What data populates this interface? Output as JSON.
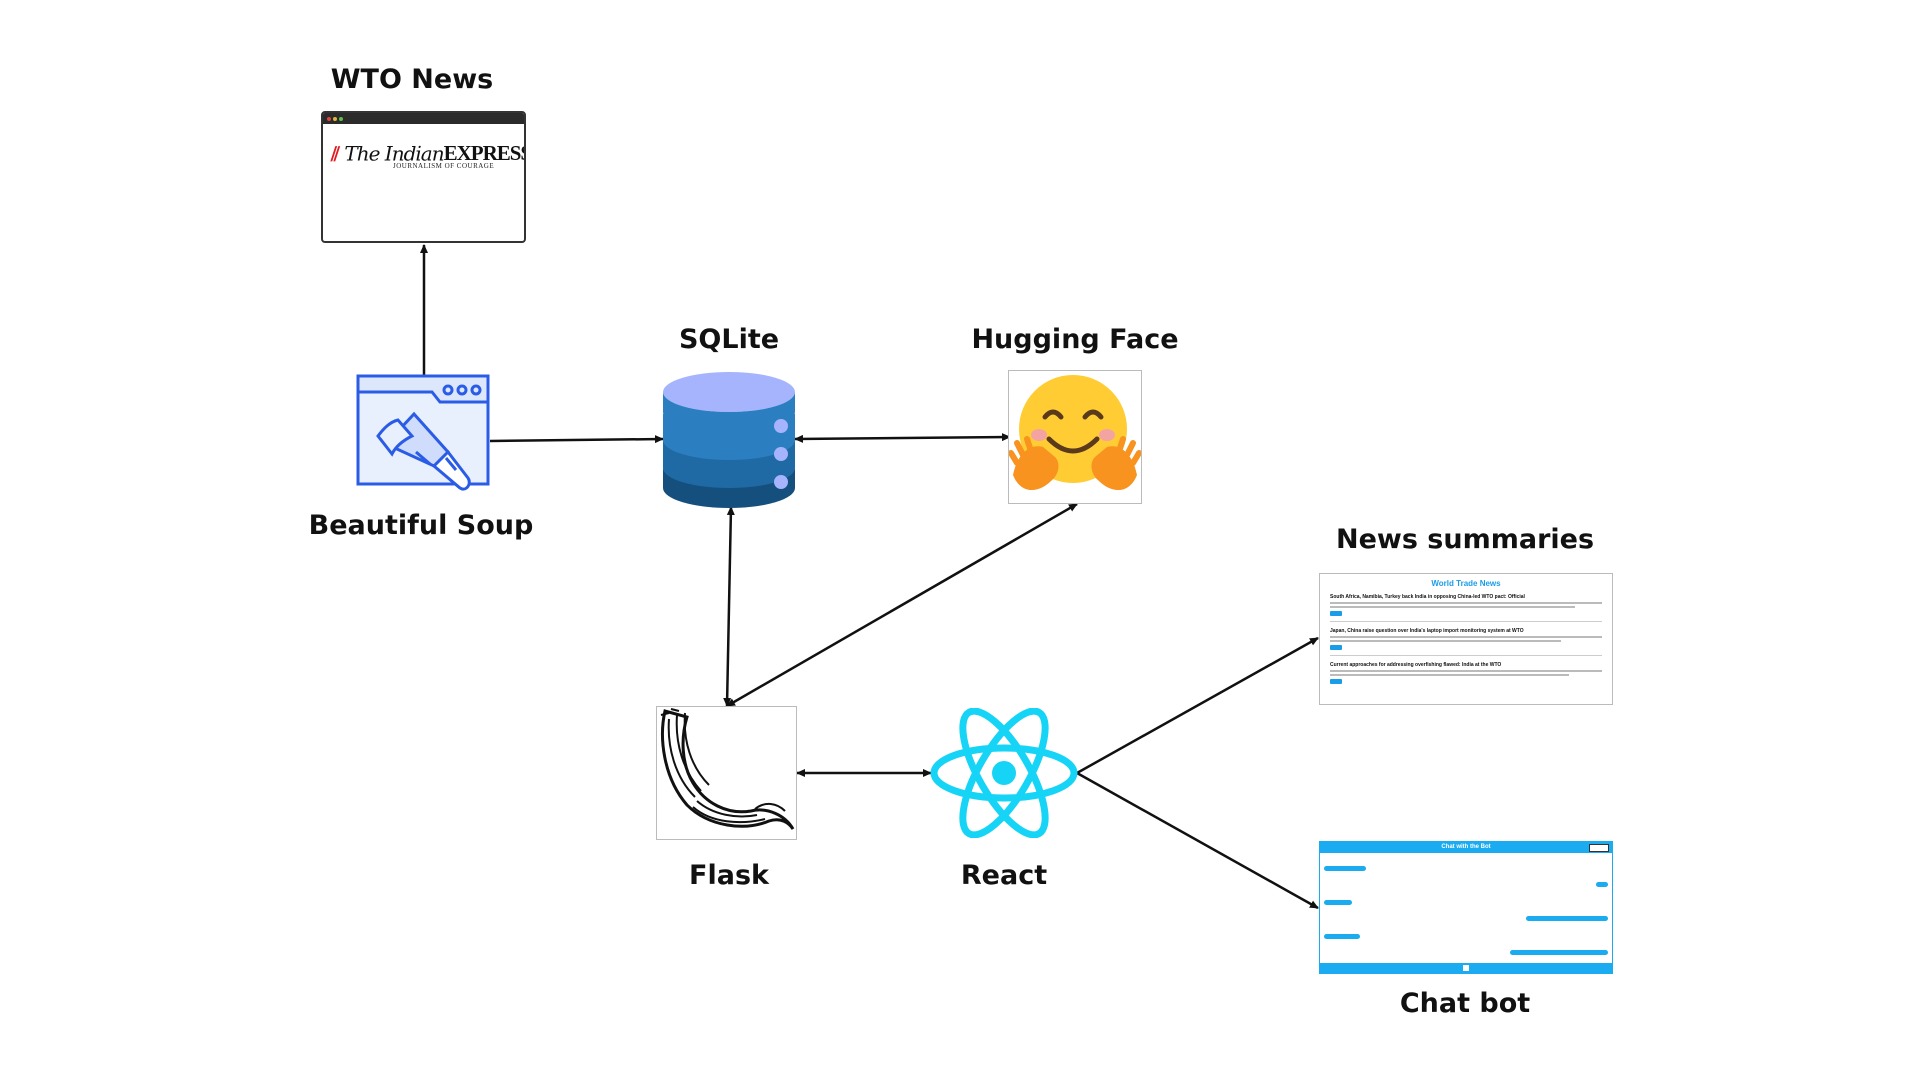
{
  "labels": {
    "wto_news": "WTO News",
    "sqlite": "SQLite",
    "hugging_face": "Hugging Face",
    "beautiful_soup": "Beautiful Soup",
    "news_summaries": "News summaries",
    "flask": "Flask",
    "react": "React",
    "chat_bot": "Chat bot"
  },
  "browser_logo": {
    "brand_prefix": "The Indian",
    "brand_suffix": "EXPRESS",
    "tagline": "JOURNALISM OF COURAGE"
  },
  "news_screenshot": {
    "title": "World Trade News",
    "items": [
      "South Africa, Namibia, Turkey back India in opposing China-led WTO pact: Official",
      "Japan, China raise question over India's laptop import monitoring system at WTO",
      "Current approaches for addressing overfishing flawed: India at the WTO"
    ]
  },
  "chat_screenshot": {
    "title": "Chat with the Bot"
  },
  "colors": {
    "sqlite_top": "#a5b4fc",
    "sqlite_layer1": "#2b7fc1",
    "sqlite_layer2": "#1f6aa5",
    "sqlite_layer3": "#154f7e",
    "react": "#16d4f6",
    "soup": "#2b5ce6",
    "screenshot_accent": "#1aabf0"
  }
}
